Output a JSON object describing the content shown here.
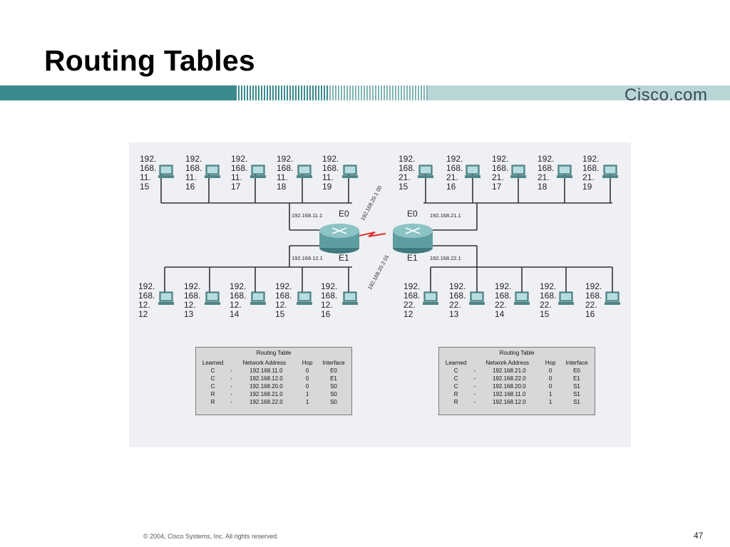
{
  "title": "Routing Tables",
  "brand": "Cisco.com",
  "footer": "© 2004, Cisco Systems, Inc. All rights reserved.",
  "page_number": "47",
  "router_left": {
    "e0_label": "E0",
    "e1_label": "E1",
    "e0_ip": "192.168.11.1",
    "e1_ip": "192.168.12.1",
    "serial_ip": "192.168.20.1 00"
  },
  "router_right": {
    "e0_label": "E0",
    "e1_label": "E1",
    "e0_ip": "192.168.21.1",
    "e1_ip": "192.168.22.1",
    "serial_ip": "192.168.20.2 01"
  },
  "hosts": {
    "top_left": [
      "192.\n168.\n11.\n15",
      "192.\n168.\n11.\n16",
      "192.\n168.\n11.\n17",
      "192.\n168.\n11.\n18",
      "192.\n168.\n11.\n19"
    ],
    "top_right": [
      "192.\n168.\n21.\n15",
      "192.\n168.\n21.\n16",
      "192.\n168.\n21.\n17",
      "192.\n168.\n21.\n18",
      "192.\n168.\n21.\n19"
    ],
    "bottom_left": [
      "192.\n168.\n12.\n12",
      "192.\n168.\n12.\n13",
      "192.\n168.\n12.\n14",
      "192.\n168.\n12.\n15",
      "192.\n168.\n12.\n16"
    ],
    "bottom_right": [
      "192.\n168.\n22.\n12",
      "192.\n168.\n22.\n13",
      "192.\n168.\n22.\n14",
      "192.\n168.\n22.\n15",
      "192.\n168.\n22.\n16"
    ]
  },
  "table_left": {
    "title": "Routing Table",
    "headers": [
      "Learned",
      "Network Address",
      "Hop",
      "Interface"
    ],
    "rows": [
      [
        "C",
        "-",
        "192.168.11.0",
        "0",
        "E0"
      ],
      [
        "C",
        "-",
        "192.168.12.0",
        "0",
        "E1"
      ],
      [
        "C",
        "-",
        "192.168.20.0",
        "0",
        "S0"
      ],
      [
        "R",
        "-",
        "192.168.21.0",
        "1",
        "S0"
      ],
      [
        "R",
        "-",
        "192.168.22.0",
        "1",
        "S0"
      ]
    ]
  },
  "table_right": {
    "title": "Routing Table",
    "headers": [
      "Learned",
      "Network Address",
      "Hop",
      "Interface"
    ],
    "rows": [
      [
        "C",
        "-",
        "192.168.21.0",
        "0",
        "E0"
      ],
      [
        "C",
        "-",
        "192.168.22.0",
        "0",
        "E1"
      ],
      [
        "C",
        "-",
        "192.168.20.0",
        "0",
        "S1"
      ],
      [
        "R",
        "-",
        "192.168.11.0",
        "1",
        "S1"
      ],
      [
        "R",
        "-",
        "192.168.12.0",
        "1",
        "S1"
      ]
    ]
  },
  "colors": {
    "banner": "#3a8a8e",
    "banner_light": "#a9cfd0",
    "router": "#5e9da0",
    "serial_link": "#e03030"
  }
}
